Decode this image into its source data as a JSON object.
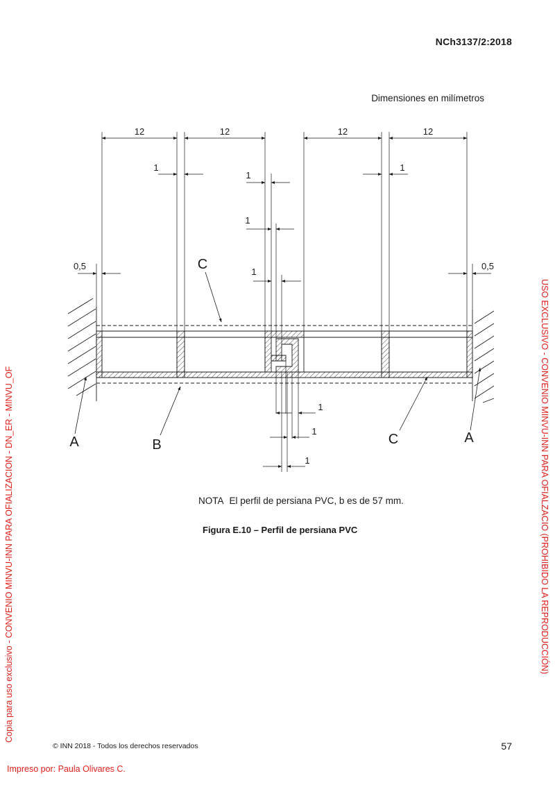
{
  "header": {
    "document_code": "NCh3137/2:2018"
  },
  "dimensions_note": "Dimensiones en milímetros",
  "drawing": {
    "dim_labels": {
      "width_1": "12",
      "width_2": "12",
      "width_3": "12",
      "width_4": "12",
      "wall_left": "1",
      "wall_right": "1",
      "hook_1": "1",
      "hook_2": "1",
      "hook_3": "1",
      "gap_left": "0,5",
      "gap_right": "0,5",
      "bottom_1": "1",
      "bottom_2": "1",
      "bottom_3": "1"
    },
    "callouts": {
      "c_top": "C",
      "c_bottom": "C",
      "a_left": "A",
      "a_right": "A",
      "b": "B"
    }
  },
  "note": {
    "label": "NOTA",
    "text": "El perfil de persiana PVC, b es de 57 mm."
  },
  "figure_caption": "Figura E.10 – Perfil de persiana PVC",
  "watermarks": {
    "left": "Copia para uso exclusivo - CONVENIO MINVU-INN PARA OFIALIZACION - DN_ER - MINVU_OF",
    "right": "USO EXCLUSIVO - CONVENIO MINVU-INN PARA OFIALZACIO (PROHIBIDO LA REPRODUCCIÓN)",
    "printed_by": "Impreso por: Paula Olivares C."
  },
  "footer": {
    "copyright": "© INN 2018 - Todos los derechos reservados",
    "page_number": "57"
  },
  "colors": {
    "watermark": "#e0201b",
    "ink": "#1a1a1a"
  }
}
